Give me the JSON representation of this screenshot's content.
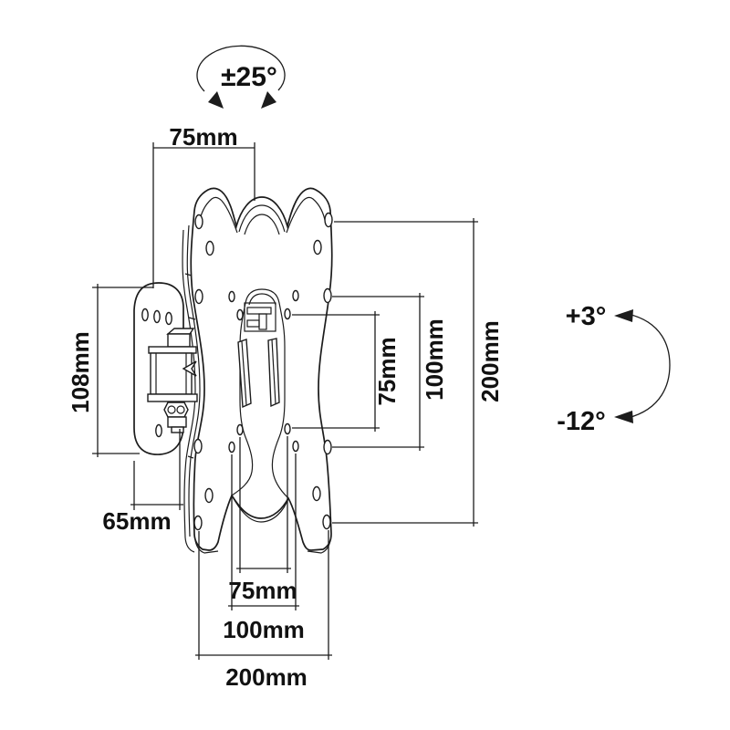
{
  "diagram": {
    "subject": "tv-wall-mount-bracket-dimension-drawing",
    "background_color": "#ffffff",
    "line_color": "#1c1c1c",
    "labels": {
      "swivel_range": "±25°",
      "top_offset": "75mm",
      "bracket_height": "108mm",
      "bracket_depth": "65mm",
      "vesa_vertical_75": "75mm",
      "vesa_vertical_100": "100mm",
      "vesa_vertical_200": "200mm",
      "vesa_horizontal_75": "75mm",
      "vesa_horizontal_100": "100mm",
      "vesa_horizontal_200": "200mm",
      "tilt_up": "+3°",
      "tilt_down": "-12°"
    }
  }
}
